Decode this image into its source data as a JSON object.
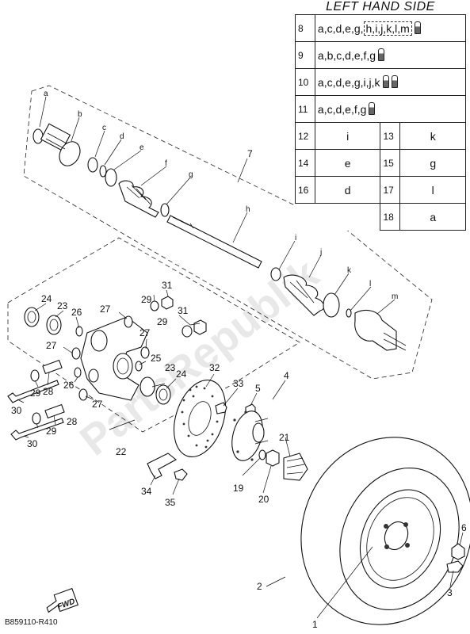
{
  "legend": {
    "title": "LEFT HAND SIDE",
    "rows": [
      {
        "num": "8",
        "text": "a,c,d,e,g,",
        "boxed": "h,i,j,k,l,m",
        "icons": [
          "plug-dark"
        ]
      },
      {
        "num": "9",
        "text": "a,b,c,d,e,f,g",
        "icons": [
          "plug-dark"
        ]
      },
      {
        "num": "10",
        "text": "a,c,d,e,g,i,j,k",
        "icons": [
          "plug-dark",
          "plug-dark"
        ]
      },
      {
        "num": "11",
        "text": "a,c,d,e,f,g",
        "icons": [
          "plug-dark"
        ]
      }
    ],
    "pairs": [
      {
        "n1": "12",
        "v1": "i",
        "n2": "13",
        "v2": "k"
      },
      {
        "n1": "14",
        "v1": "e",
        "n2": "15",
        "v2": "g"
      },
      {
        "n1": "16",
        "v1": "d",
        "n2": "17",
        "v2": "l"
      },
      {
        "n1": "",
        "v1": "",
        "n2": "18",
        "v2": "a"
      }
    ]
  },
  "letters": {
    "a": "a",
    "b": "b",
    "c": "c",
    "d": "d",
    "e": "e",
    "f": "f",
    "g": "g",
    "h": "h",
    "i": "i",
    "j": "j",
    "k": "k",
    "l": "l",
    "m": "m"
  },
  "parts": {
    "p1": "1",
    "p2": "2",
    "p3": "3",
    "p4": "4",
    "p5": "5",
    "p6": "6",
    "p7": "7",
    "p19": "19",
    "p20": "20",
    "p21": "21",
    "p22": "22",
    "p23a": "23",
    "p23b": "23",
    "p24a": "24",
    "p24b": "24",
    "p25": "25",
    "p26a": "26",
    "p26b": "26",
    "p27a": "27",
    "p27b": "27",
    "p27c": "27",
    "p27d": "27",
    "p28a": "28",
    "p28b": "28",
    "p29a": "29",
    "p29b": "29",
    "p29c": "29",
    "p29d": "29",
    "p30a": "30",
    "p30b": "30",
    "p31a": "31",
    "p31b": "31",
    "p32": "32",
    "p33": "33",
    "p34": "34",
    "p35": "35"
  },
  "fwd_label": "FWD",
  "footer_code": "B859110-R410",
  "watermark": "PartsRepublik",
  "icons": {
    "legend_icon": "plug-icon",
    "watermark_icon": "gear-icon",
    "fwd_icon": "arrow-icon"
  }
}
